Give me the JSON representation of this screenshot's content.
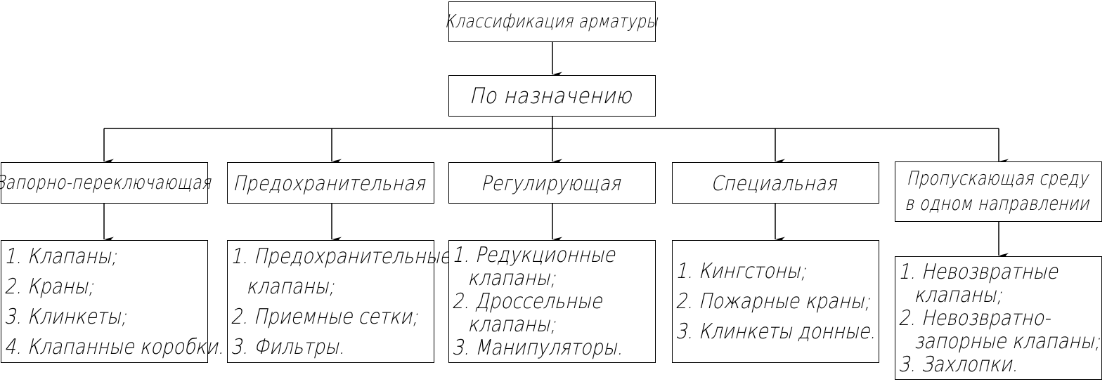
{
  "root": {
    "label": "Классификация арматуры"
  },
  "criterion": {
    "label": "По назначению"
  },
  "categories": [
    {
      "label": "Запорно-переключающая"
    },
    {
      "label": "Предохранительная"
    },
    {
      "label": "Регулирующая"
    },
    {
      "label": "Специальная"
    },
    {
      "label_line1": "Пропускающая среду",
      "label_line2": "в одном направлении"
    }
  ],
  "lists": [
    {
      "lines": [
        "1. Клапаны;",
        "2. Краны;",
        "3. Клинкеты;",
        "4. Клапанные коробки."
      ]
    },
    {
      "lines": [
        "1. Предохранительные",
        "клапаны;",
        "2. Приемные сетки;",
        "3. Фильтры."
      ]
    },
    {
      "lines": [
        "1. Редукционные",
        "клапаны;",
        "2. Дроссельные",
        "клапаны;",
        "3. Манипуляторы."
      ]
    },
    {
      "lines": [
        "1. Кингстоны;",
        "2. Пожарные краны;",
        "3. Клинкеты донные."
      ]
    },
    {
      "lines": [
        "1. Невозвратные",
        "клапаны;",
        "2. Невозвратно-",
        "запорные клапаны;",
        "3. Захлопки."
      ]
    }
  ],
  "colors": {
    "line": "#000000",
    "background": "#ffffff"
  }
}
